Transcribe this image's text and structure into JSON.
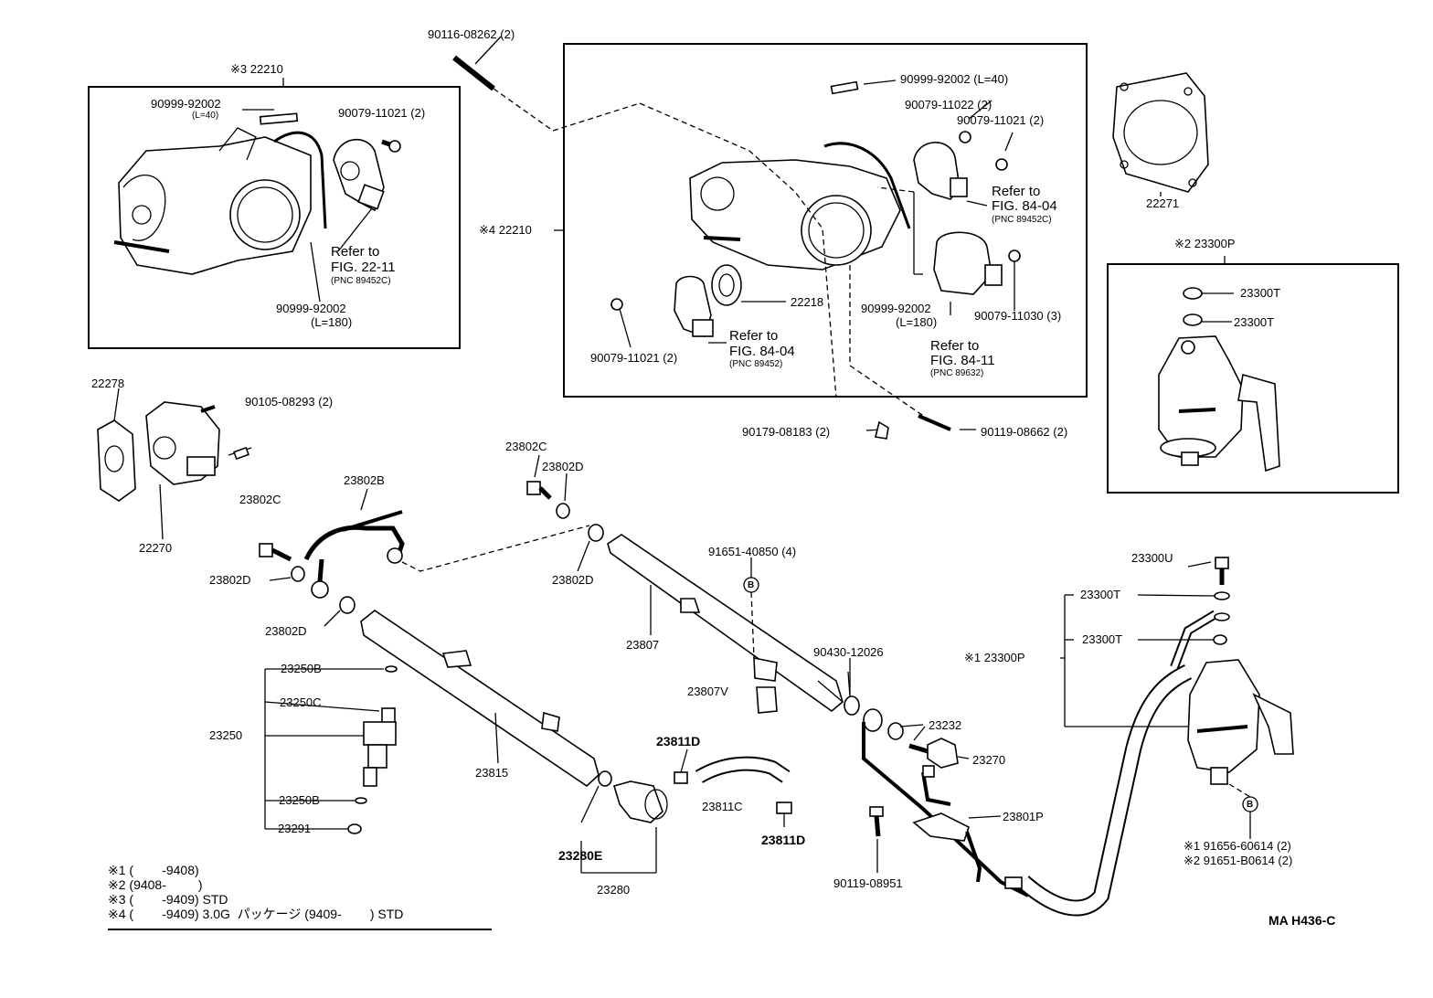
{
  "diagram_code": "MA  H436-C",
  "labels": {
    "p90116": "90116-08262 (2)",
    "p22210_3": "※3 22210",
    "p22210_4": "※4 22210",
    "p90999_40a": "90999-92002",
    "p90999_40a_l": "(L=40)",
    "p90079_11021a": "90079-11021 (2)",
    "refer_22_11": "Refer to",
    "fig_22_11": "FIG. 22-11",
    "pnc_22_11": "(PNC 89452C)",
    "p90999_180a": "90999-92002",
    "p90999_180a_l": "(L=180)",
    "p90999_40b": "90999-92002 (L=40)",
    "p90079_11022": "90079-11022 (2)",
    "p90079_11021b": "90079-11021 (2)",
    "refer_84_04a": "Refer to",
    "fig_84_04a": "FIG. 84-04",
    "pnc_84_04a": "(PNC 89452C)",
    "p22218": "22218",
    "p90079_11021c": "90079-11021 (2)",
    "refer_84_04b": "Refer to",
    "fig_84_04b": "FIG. 84-04",
    "pnc_84_04b": "(PNC 89452)",
    "p90999_180b": "90999-92002",
    "p90999_180b_l": "(L=180)",
    "p90079_11030": "90079-11030 (3)",
    "refer_84_11": "Refer to",
    "fig_84_11": "FIG. 84-11",
    "pnc_84_11": "(PNC 89632)",
    "p22271": "22271",
    "p23300p_2": "※2 23300P",
    "p23300t_a": "23300T",
    "p23300t_b": "23300T",
    "p22278": "22278",
    "p90105": "90105-08293 (2)",
    "p22270": "22270",
    "p90179": "90179-08183 (2)",
    "p90119_08662": "90119-08662 (2)",
    "p23802c_a": "23802C",
    "p23802d_a": "23802D",
    "p23802b": "23802B",
    "p23802c_b": "23802C",
    "p23802d_b": "23802D",
    "p23802d_c": "23802D",
    "p23802d_d": "23802D",
    "p91651_40850": "91651-40850 (4)",
    "p23807": "23807",
    "p23807v": "23807V",
    "p90430": "90430-12026",
    "p23300u": "23300U",
    "p23300t_c": "23300T",
    "p23300t_d": "23300T",
    "p23300p_1": "※1 23300P",
    "p23250b_a": "23250B",
    "p23250c": "23250C",
    "p23250": "23250",
    "p23250b_b": "23250B",
    "p23291": "23291",
    "p23815": "23815",
    "p23811d_a": "23811D",
    "p23811c": "23811C",
    "p23811d_b": "23811D",
    "p23280e": "23280E",
    "p23280": "23280",
    "p23232": "23232",
    "p23270": "23270",
    "p23801p": "23801P",
    "p90119_08951": "90119-08951",
    "p91656": "※1 91656-60614 (2)",
    "p91651_b0614": "※2 91651-B0614 (2)",
    "marker_b1": "B",
    "marker_b2": "B"
  },
  "legend": [
    "※1 (        -9408)",
    "※2 (9408-         )",
    "※3 (        -9409) STD",
    "※4 (        -9409) 3.0G  パッケージ (9409-        ) STD"
  ]
}
